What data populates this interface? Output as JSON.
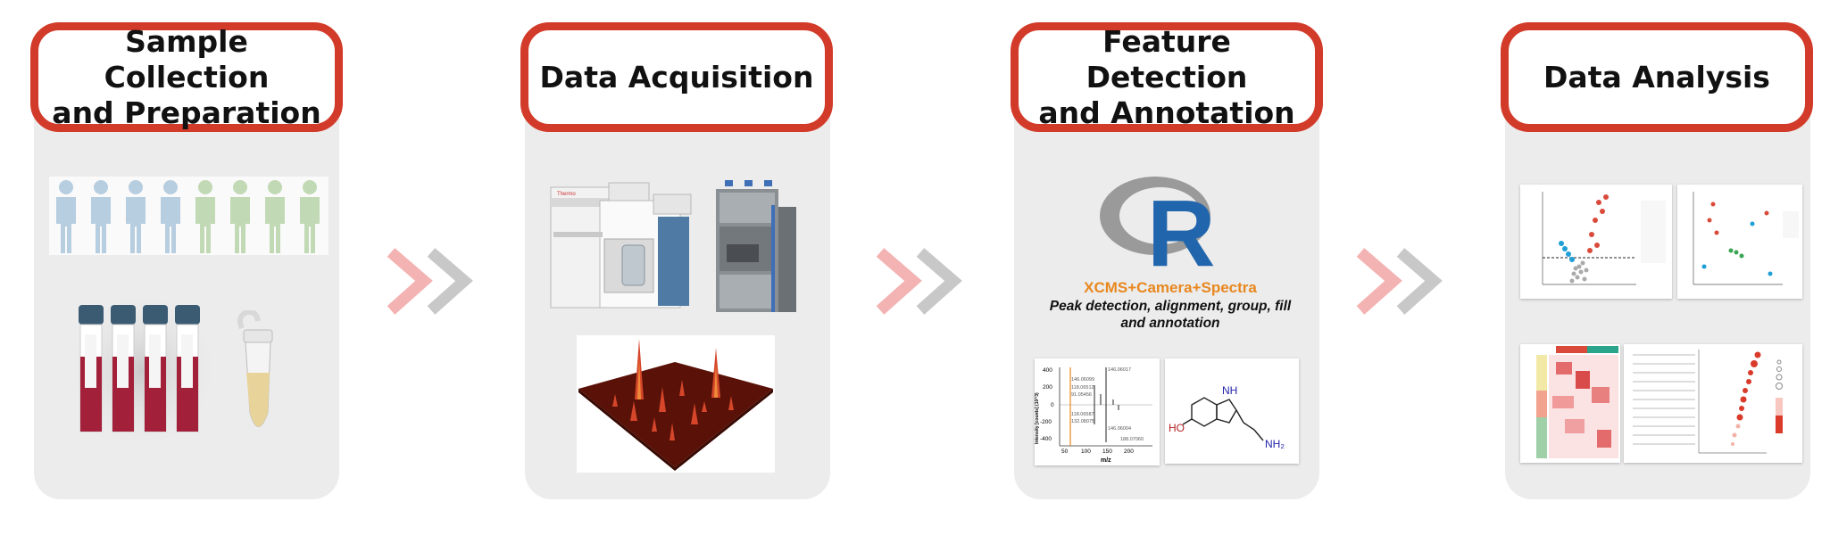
{
  "steps": [
    {
      "title": "Sample Collection\nand Preparation"
    },
    {
      "title": "Data Acquisition"
    },
    {
      "title": "Feature Detection\nand Annotation"
    },
    {
      "title": "Data Analysis"
    }
  ],
  "software": {
    "logo": "R",
    "tools": "XCMS+Camera+Spectra",
    "description": "Peak detection, alignment, group, fill and annotation"
  },
  "spectrum": {
    "xlabel": "m/z",
    "ylabel": "Intensity [counts] (10^3)",
    "yticks": [
      "400",
      "200",
      "0",
      "-200",
      "-400"
    ],
    "xticks": [
      "50",
      "100",
      "150",
      "200"
    ],
    "peak_labels": [
      "146.06017",
      "146.06099",
      "118.06512",
      "91.05456",
      "118.06587",
      "132.08075",
      "146.06004",
      "188.07060"
    ]
  },
  "molecule": {
    "atoms": [
      "NH",
      "HO",
      "NH₂"
    ]
  },
  "colors": {
    "accent": "#d23b2a",
    "panel": "#ececec",
    "tools": "#e8871e",
    "r_blue": "#2166ac"
  }
}
